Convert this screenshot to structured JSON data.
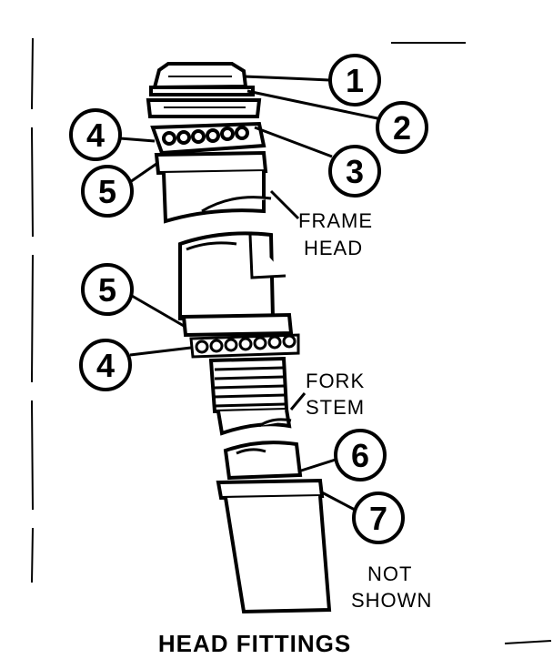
{
  "diagram": {
    "title": "HEAD FITTINGS",
    "callouts": [
      "1",
      "2",
      "3",
      "4",
      "5",
      "5",
      "4",
      "6",
      "7"
    ],
    "labels": {
      "frame_head_line1": "FRAME",
      "frame_head_line2": "HEAD",
      "fork_stem_line1": "FORK",
      "fork_stem_line2": "STEM",
      "not_shown_line1": "NOT",
      "not_shown_line2": "SHOWN"
    }
  }
}
